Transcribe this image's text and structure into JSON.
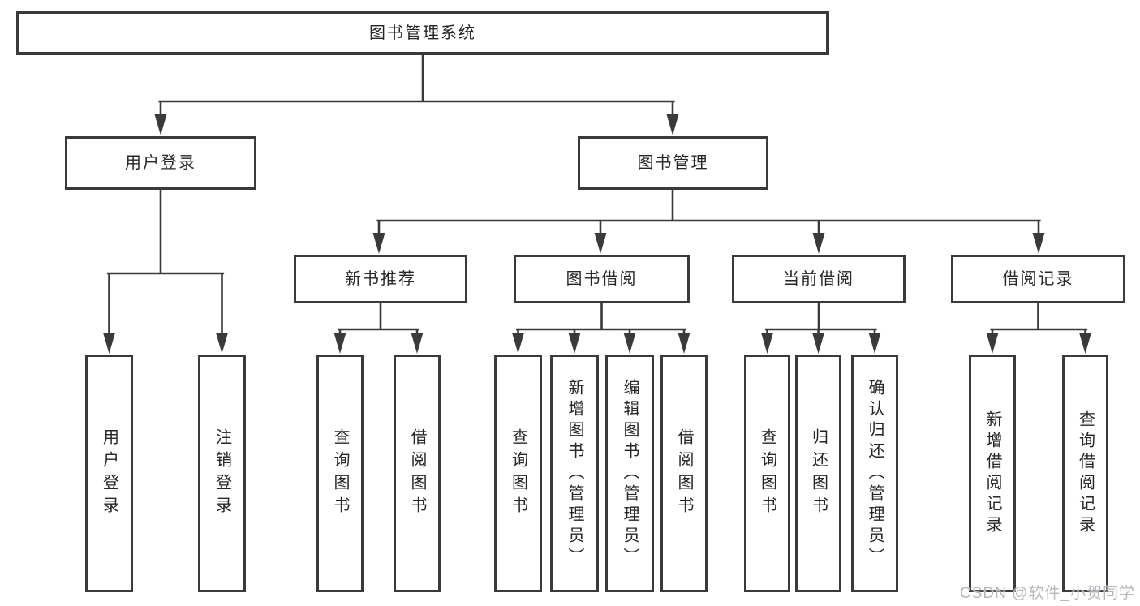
{
  "nodes": {
    "root": {
      "label": "图书管理系统"
    },
    "user_login": {
      "label": "用户登录"
    },
    "book_mgmt": {
      "label": "图书管理"
    },
    "new_book_rec": {
      "label": "新书推荐"
    },
    "book_borrow": {
      "label": "图书借阅"
    },
    "current_borrow": {
      "label": "当前借阅"
    },
    "borrow_records": {
      "label": "借阅记录"
    },
    "leaf_user_login": {
      "label": "用户登录"
    },
    "leaf_logout": {
      "label": "注销登录"
    },
    "leaf_query_books_rec": {
      "label": "查询图书"
    },
    "leaf_borrow_books_rec": {
      "label": "借阅图书"
    },
    "leaf_query_books_borrow": {
      "label": "查询图书"
    },
    "leaf_add_books_admin": {
      "label": "新增图书（管理员）"
    },
    "leaf_edit_books_admin": {
      "label": "编辑图书（管理员）"
    },
    "leaf_borrow_books": {
      "label": "借阅图书"
    },
    "leaf_query_books_current": {
      "label": "查询图书"
    },
    "leaf_return_books": {
      "label": "归还图书"
    },
    "leaf_confirm_return_admin": {
      "label": "确认归还（管理员）"
    },
    "leaf_add_borrow_record": {
      "label": "新增借阅记录"
    },
    "leaf_query_borrow_record": {
      "label": "查询借阅记录"
    }
  },
  "watermark": {
    "text": "CSDN @软件_小贺同学"
  },
  "colors": {
    "line": "#3a3a3c",
    "box_border": "#3a3a3c",
    "text": "#26262a",
    "watermark": "#b3b8bf",
    "background": "#ffffff"
  }
}
